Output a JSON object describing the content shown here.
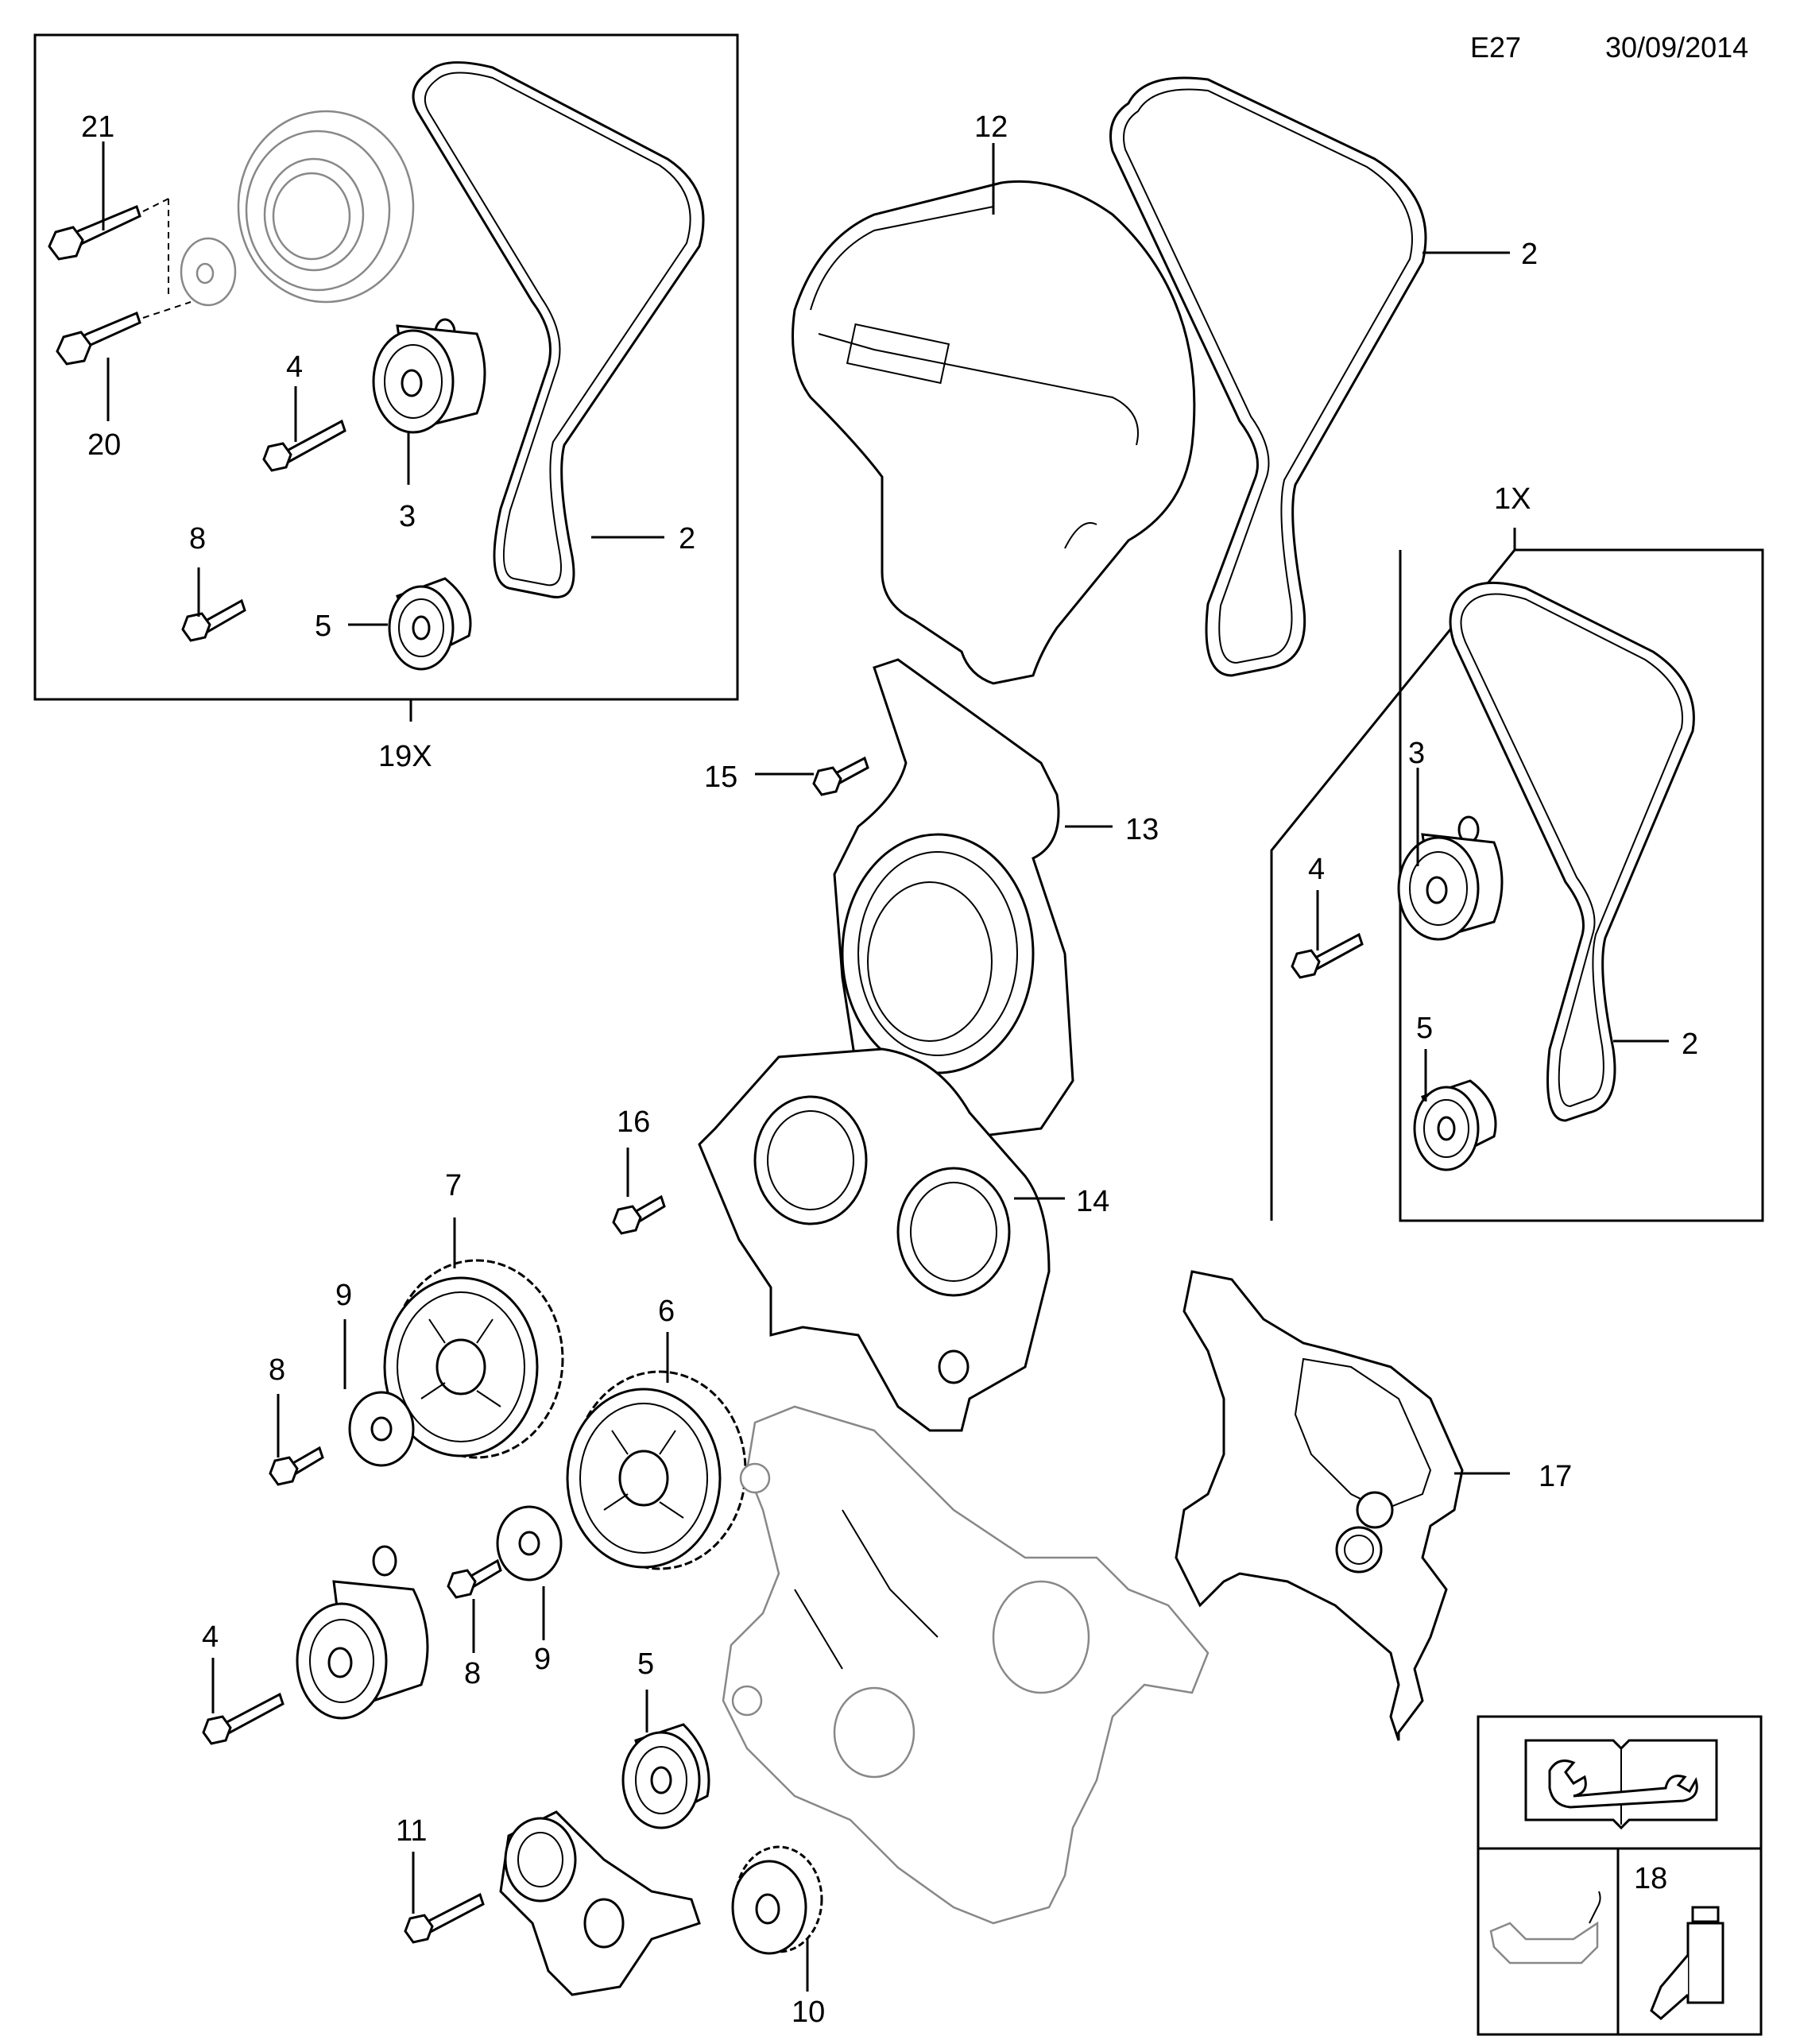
{
  "header": {
    "page_code": "E27",
    "date": "30/09/2014"
  },
  "callouts": {
    "c21": "21",
    "c20": "20",
    "c4a": "4",
    "c3a": "3",
    "c2a": "2",
    "c8a": "8",
    "c5a": "5",
    "c19x": "19X",
    "c12": "12",
    "c2b": "2",
    "c1x": "1X",
    "c15": "15",
    "c13": "13",
    "c3b": "3",
    "c4b": "4",
    "c5b": "5",
    "c2c": "2",
    "c16": "16",
    "c14": "14",
    "c7": "7",
    "c9a": "9",
    "c6": "6",
    "c8b": "8",
    "c17": "17",
    "c9b": "9",
    "c8c": "8",
    "c4c": "4",
    "c5c": "5",
    "c11": "11",
    "c10": "10",
    "c18": "18"
  },
  "icons": {
    "manual": "service-manual-icon",
    "oil": "oil-drain-icon",
    "sealant": "sealant-bottle-icon"
  }
}
